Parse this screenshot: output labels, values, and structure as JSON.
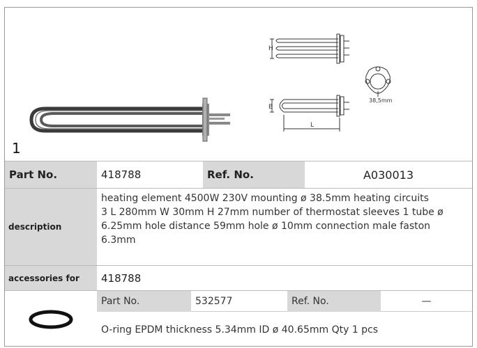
{
  "figure": {
    "index": "1",
    "dim_h": "H",
    "dim_b": "B",
    "dim_l": "L",
    "dim_hole": "38,5mm"
  },
  "header": {
    "part_label": "Part No.",
    "part_value": "418788",
    "ref_label": "Ref. No.",
    "ref_value": "A030013"
  },
  "description": {
    "label": "description",
    "lines": [
      "heating element  4500W 230V mounting ø 38.5mm heating circuits",
      "3 L 280mm W 30mm H 27mm number of thermostat sleeves 1 tube ø",
      "6.25mm hole distance 59mm hole ø 10mm connection male faston",
      "6.3mm"
    ]
  },
  "accessories": {
    "label": "accessories for",
    "value": "418788"
  },
  "accessory_item": {
    "part_label": "Part No.",
    "part_value": "532577",
    "ref_label": "Ref. No.",
    "ref_value": "—",
    "text": "O-ring  EPDM thickness 5.34mm ID ø 40.65mm Qty 1 pcs"
  }
}
